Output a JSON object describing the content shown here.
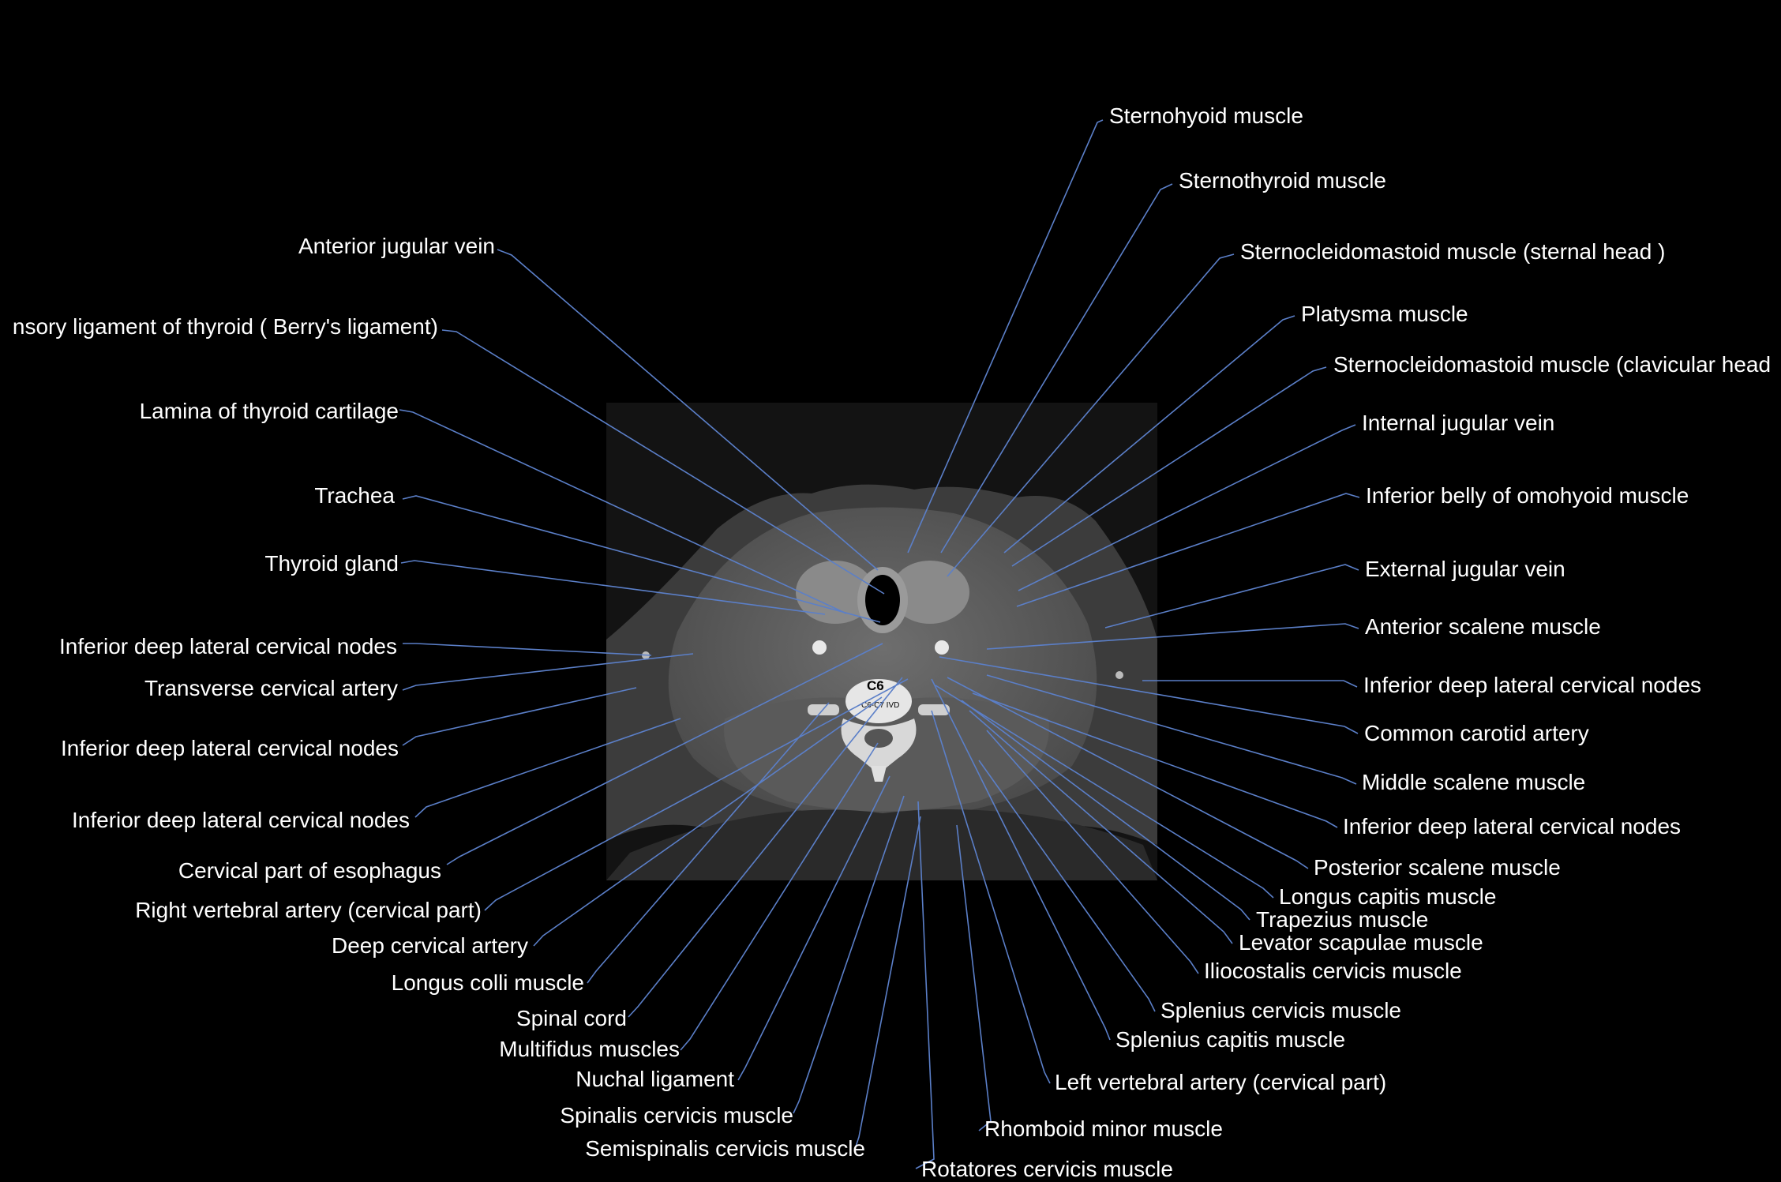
{
  "vertebra": {
    "level": "C6",
    "disc": "C6-C7 IVD"
  },
  "labels": {
    "l1": "Anterior jugular vein",
    "l2": "nsory ligament of thyroid ( Berry's ligament)",
    "l3": "Lamina of thyroid cartilage",
    "l4": "Trachea",
    "l5": "Thyroid gland",
    "l6": "Inferior deep lateral cervical nodes",
    "l7": "Transverse cervical artery",
    "l8": "Inferior deep lateral cervical nodes",
    "l9": "Inferior deep lateral cervical nodes",
    "l10": "Cervical part of esophagus",
    "l11": "Right vertebral artery (cervical part)",
    "l12": "Deep cervical artery",
    "l13": "Longus colli muscle",
    "l14": "Spinal cord",
    "l15": "Multifidus muscles",
    "l16": "Nuchal ligament",
    "l17": "Spinalis cervicis muscle",
    "l18": "Semispinalis cervicis muscle",
    "r1": "Sternohyoid muscle",
    "r2": "Sternothyroid muscle",
    "r3": "Sternocleidomastoid muscle (sternal head )",
    "r4": "Platysma muscle",
    "r5": "Sternocleidomastoid muscle (clavicular head",
    "r6": "Internal jugular vein",
    "r7": "Inferior belly of omohyoid muscle",
    "r8": "External jugular vein",
    "r9": "Anterior scalene muscle",
    "r10": "Inferior deep lateral cervical nodes",
    "r11": "Common carotid artery",
    "r12": "Middle scalene muscle",
    "r13": "Inferior deep lateral cervical nodes",
    "r14": "Posterior scalene muscle",
    "r15": "Longus capitis muscle",
    "r16": "Trapezius muscle",
    "r17": "Levator scapulae muscle",
    "r18": "Iliocostalis cervicis muscle",
    "r19": "Splenius cervicis muscle",
    "r20": "Splenius capitis muscle",
    "r21": "Left vertebral artery (cervical part)",
    "r22": "Rhomboid minor muscle",
    "r23": "Rotatores cervicis muscle"
  },
  "colors": {
    "leader_line": "#5b7fc8",
    "background": "#000000",
    "label_text": "#ffffff"
  }
}
